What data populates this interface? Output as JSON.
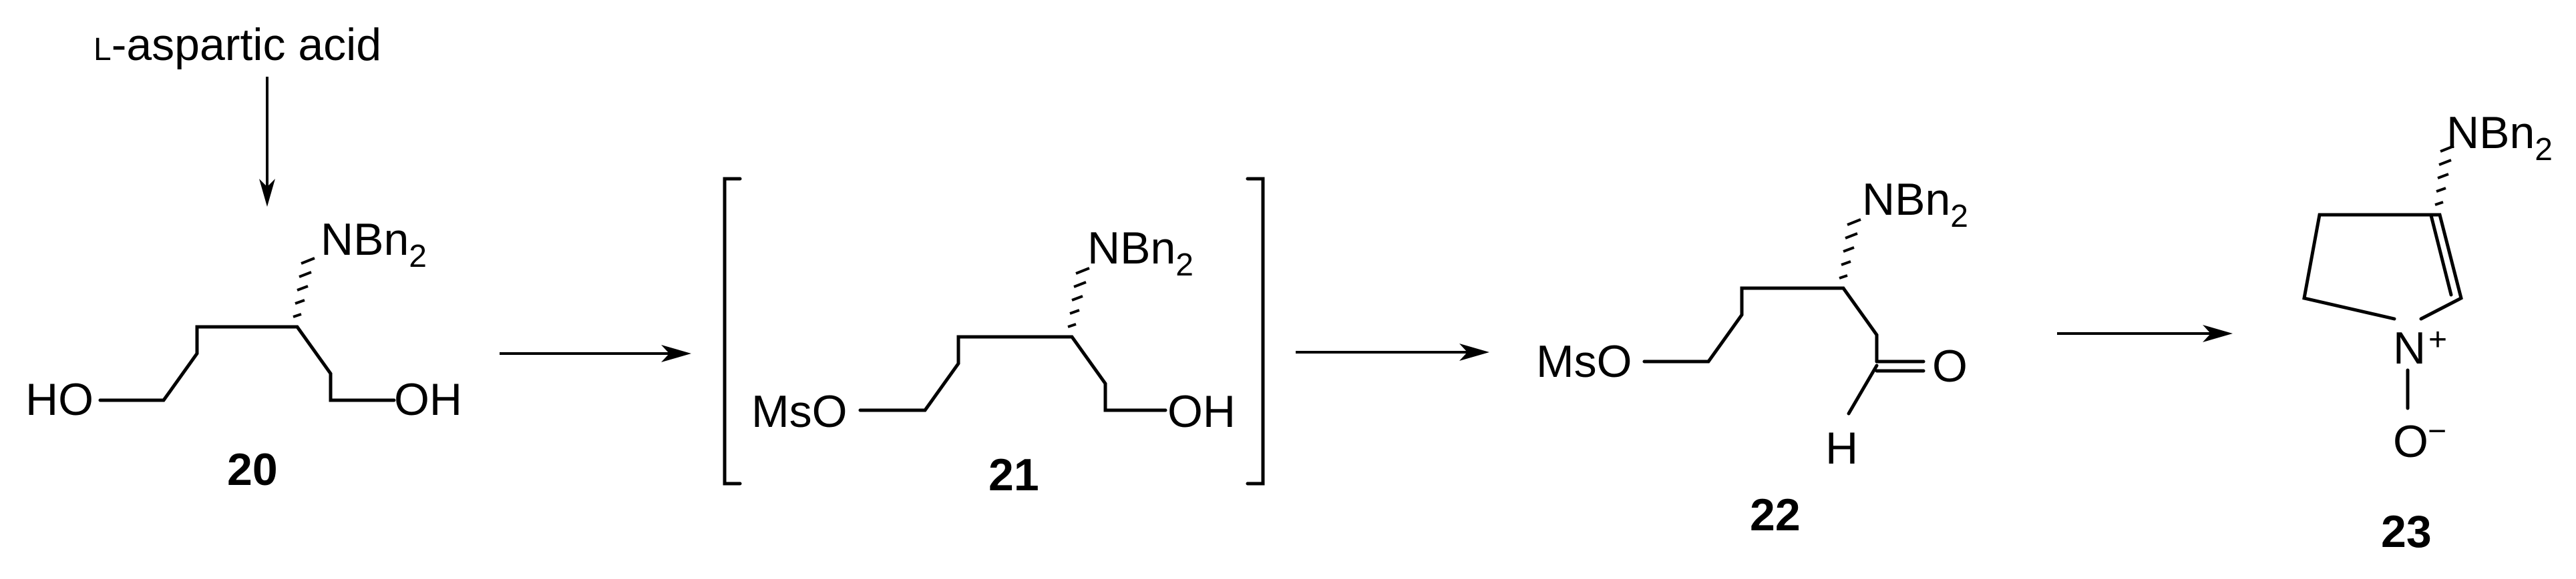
{
  "start_material": "L-aspartic acid",
  "start_material_prefix": "L",
  "start_material_rest": "-aspartic acid",
  "groups": {
    "amine": "NBn",
    "amine_sub": "2",
    "hydroxyl": "OH",
    "hydroxyl_left": "HO",
    "mesylate": "MsO",
    "oxygen": "O",
    "hydrogen": "H",
    "nitrogen": "N",
    "plus": "+",
    "minus": "−"
  },
  "compounds": [
    {
      "id": "20"
    },
    {
      "id": "21"
    },
    {
      "id": "22"
    },
    {
      "id": "23"
    }
  ]
}
